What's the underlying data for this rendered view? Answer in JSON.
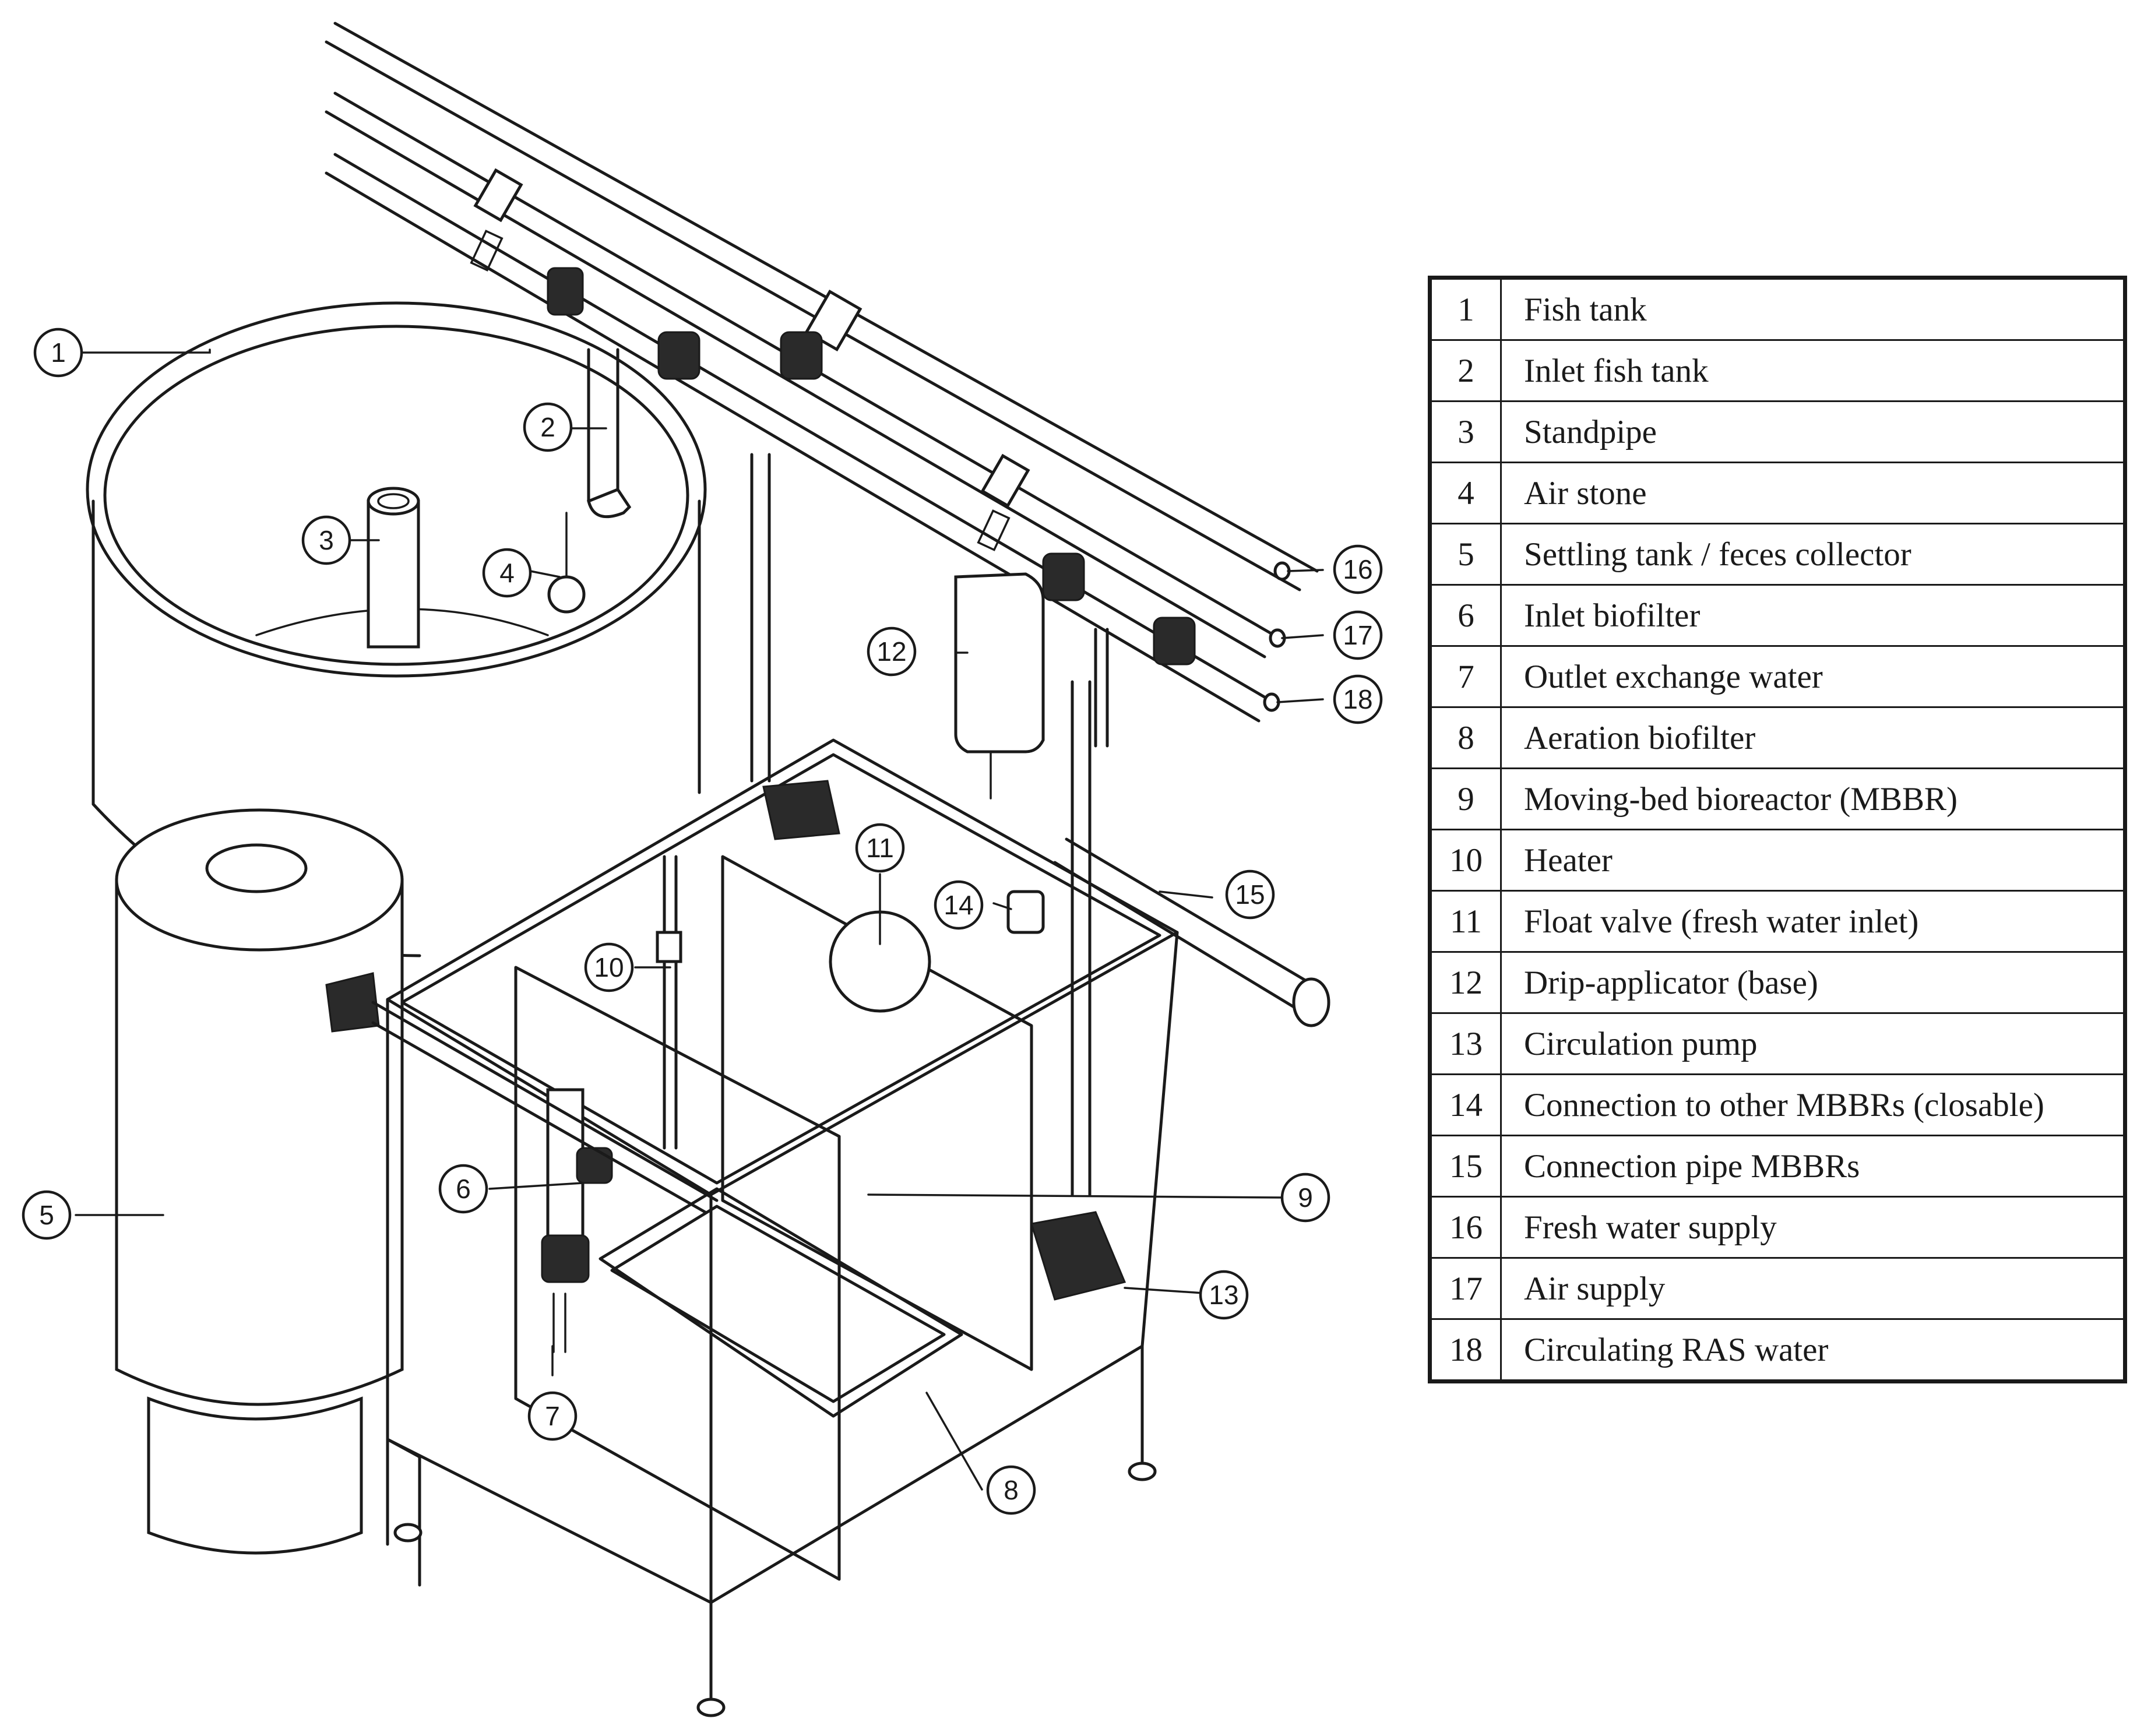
{
  "legend": {
    "rows": [
      {
        "num": "1",
        "label": "Fish tank"
      },
      {
        "num": "2",
        "label": "Inlet fish tank"
      },
      {
        "num": "3",
        "label": "Standpipe"
      },
      {
        "num": "4",
        "label": "Air stone"
      },
      {
        "num": "5",
        "label": "Settling tank / feces collector"
      },
      {
        "num": "6",
        "label": "Inlet biofilter"
      },
      {
        "num": "7",
        "label": "Outlet exchange water"
      },
      {
        "num": "8",
        "label": "Aeration biofilter"
      },
      {
        "num": "9",
        "label": "Moving-bed bioreactor (MBBR)"
      },
      {
        "num": "10",
        "label": "Heater"
      },
      {
        "num": "11",
        "label": "Float valve (fresh water inlet)"
      },
      {
        "num": "12",
        "label": "Drip-applicator (base)"
      },
      {
        "num": "13",
        "label": "Circulation pump"
      },
      {
        "num": "14",
        "label": "Connection to other MBBRs (closable)"
      },
      {
        "num": "15",
        "label": "Connection pipe MBBRs"
      },
      {
        "num": "16",
        "label": "Fresh water supply"
      },
      {
        "num": "17",
        "label": "Air supply"
      },
      {
        "num": "18",
        "label": "Circulating RAS water"
      }
    ]
  },
  "callouts": [
    "1",
    "2",
    "3",
    "4",
    "5",
    "6",
    "7",
    "8",
    "9",
    "10",
    "11",
    "12",
    "13",
    "14",
    "15",
    "16",
    "17",
    "18"
  ]
}
